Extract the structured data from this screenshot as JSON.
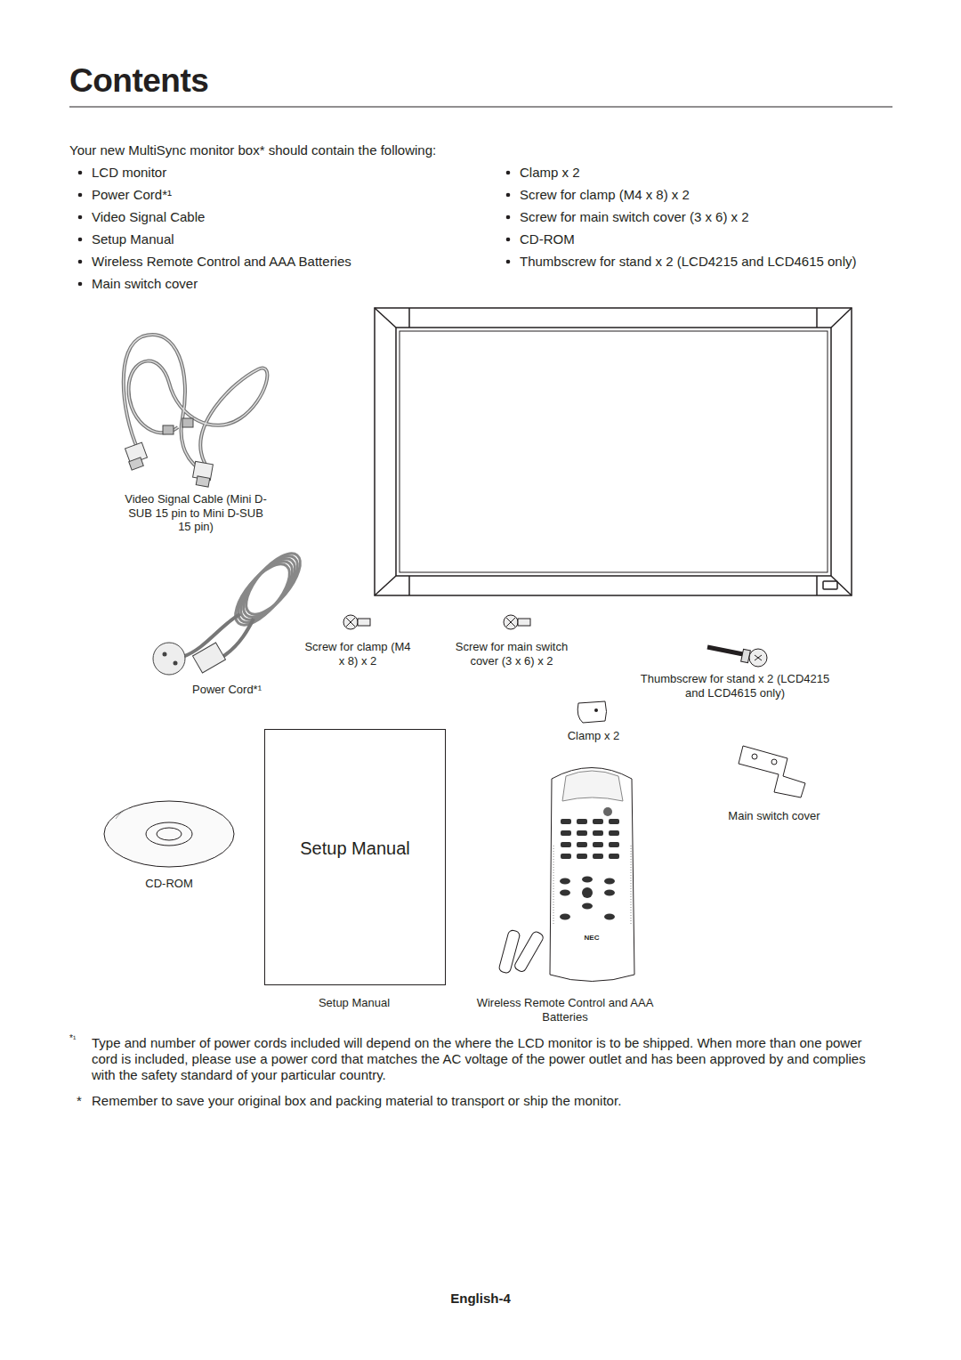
{
  "diagram": {
    "title": "Contents",
    "nodes": [
      {
        "text": [
          "Setup Manual"
        ]
      }
    ],
    "labels": [
      "Your new MultiSync monitor box* should contain the following:",
      "LCD monitor",
      "Power Cord*¹",
      "Video Signal Cable",
      "Setup Manual",
      "Wireless Remote Control and AAA Batteries",
      "Main switch cover",
      "Clamp x 2",
      "Screw for clamp (M4 x 8) x 2",
      "Screw for main switch cover (3 x 6) x 2",
      "CD-ROM",
      "Thumbscrew for stand x 2 (LCD4215 and LCD4615 only)",
      "Video Signal Cable (Mini D-SUB 15 pin to Mini D-SUB 15 pin)",
      "Power Cord*¹",
      "Screw for clamp (M4 x 8) x 2",
      "Screw for main switch cover (3 x 6) x 2",
      "Thumbscrew for stand x 2 (LCD4215 and LCD4615 only)",
      "Clamp x 2",
      "Main switch cover",
      "CD-ROM",
      "Setup Manual",
      "Wireless Remote Control and AAA Batteries",
      "NEC",
      "*¹",
      "Type and number of power cords included will depend on the where the LCD monitor is to be shipped. When more than one power cord is included, please use a power cord that matches the AC voltage of the power outlet and has been approved by and complies with the safety standard of your particular country.",
      "*",
      "Remember to save your original box and packing material to transport or ship the monitor.",
      "English-4"
    ]
  }
}
